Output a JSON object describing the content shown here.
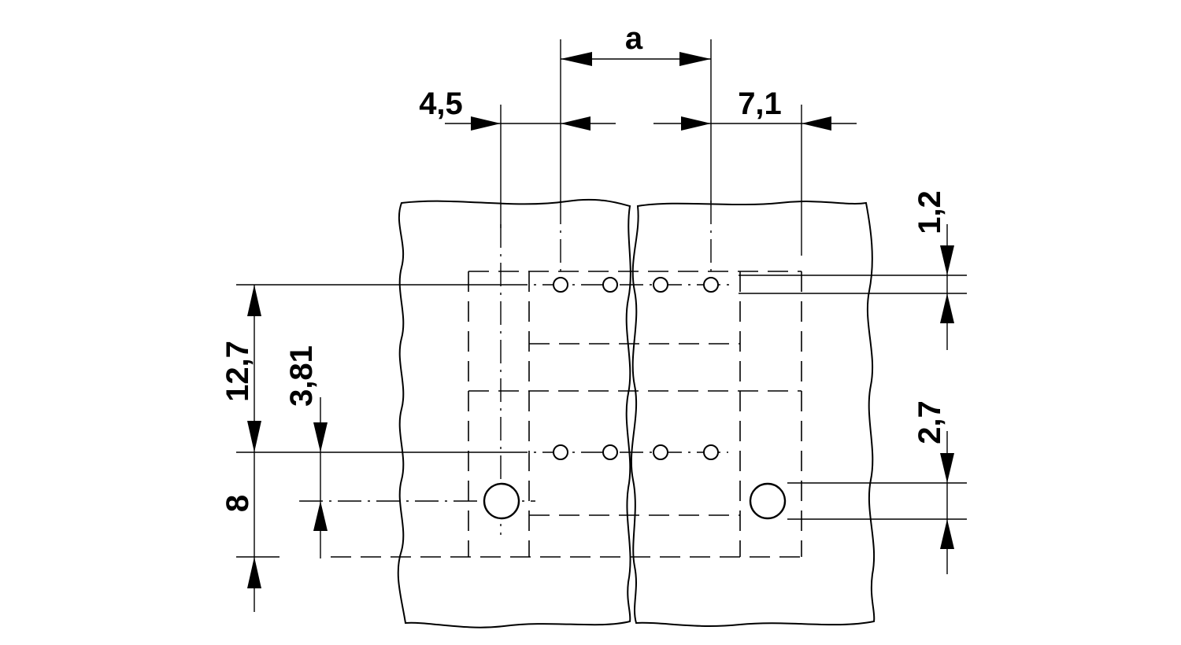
{
  "dimensions": {
    "a": "a",
    "d_4_5": "4,5",
    "d_7_1": "7,1",
    "d_1_2": "1,2",
    "d_2_7": "2,7",
    "d_12_7": "12,7",
    "d_3_81": "3,81",
    "d_8": "8"
  }
}
